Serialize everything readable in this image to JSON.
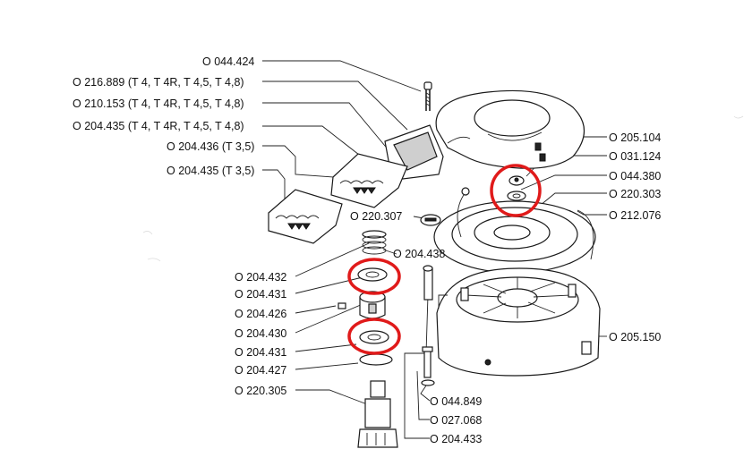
{
  "labels": {
    "l_044_424": "O 044.424",
    "l_216_889": "O 216.889 (T 4, T 4R, T 4,5, T 4,8)",
    "l_210_153": "O 210.153 (T 4, T 4R, T 4,5, T 4,8)",
    "l_204_435a": "O 204.435 (T 4, T 4R, T 4,5, T 4,8)",
    "l_204_436": "O 204.436 (T 3,5)",
    "l_204_435b": "O 204.435 (T 3,5)",
    "l_220_307": "O 220.307",
    "l_204_438": "O 204.438",
    "l_204_432": "O 204.432",
    "l_204_431a": "O 204.431",
    "l_204_426": "O 204.426",
    "l_204_430": "O 204.430",
    "l_204_431b": "O 204.431",
    "l_204_427": "O 204.427",
    "l_220_305": "O 220.305",
    "l_205_104": "O 205.104",
    "l_031_124": "O 031.124",
    "l_044_380": "O 044.380",
    "l_220_303": "O 220.303",
    "l_212_076": "O 212.076",
    "l_205_150": "O 205.150",
    "l_044_849": "O 044.849",
    "l_027_068": "O 027.068",
    "l_204_433": "O 204.433"
  },
  "colors": {
    "highlight": "#e01a1a",
    "ink": "#1a1a1a",
    "background": "#ffffff"
  }
}
